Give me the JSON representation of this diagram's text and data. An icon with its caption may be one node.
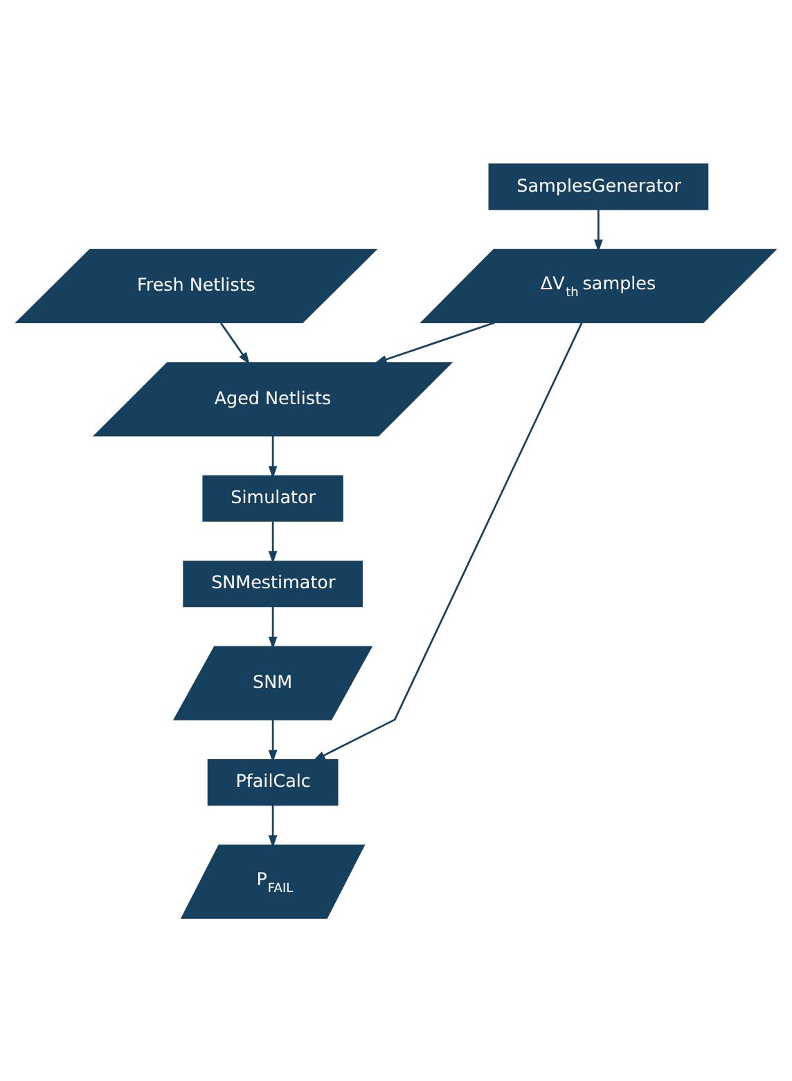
{
  "diagram": {
    "nodes": [
      {
        "text": [
          "SamplesGenerator"
        ]
      },
      {
        "text": [
          "Fresh Netlists"
        ]
      },
      {
        "text": [
          "ΔV$_{th}$ samples"
        ]
      },
      {
        "text": [
          "Aged Netlists"
        ]
      },
      {
        "text": [
          "Simulator"
        ]
      },
      {
        "text": [
          "SNMestimator"
        ]
      },
      {
        "text": [
          "SNM"
        ]
      },
      {
        "text": [
          "PfailCalc"
        ]
      },
      {
        "text": [
          "P$_{FAIL}$"
        ]
      }
    ],
    "edges": [
      {
        "from": 0,
        "to": 2,
        "arrow": "to"
      },
      {
        "from": 1,
        "to": 3,
        "arrow": "to"
      },
      {
        "from": 2,
        "to": 3,
        "arrow": "to"
      },
      {
        "from": 3,
        "to": 4,
        "arrow": "to"
      },
      {
        "from": 4,
        "to": 5,
        "arrow": "to"
      },
      {
        "from": 5,
        "to": 6,
        "arrow": "to"
      },
      {
        "from": 6,
        "to": 7,
        "arrow": "to"
      },
      {
        "from": 2,
        "to": 7,
        "arrow": "to"
      },
      {
        "from": 7,
        "to": 8,
        "arrow": "to"
      }
    ]
  }
}
